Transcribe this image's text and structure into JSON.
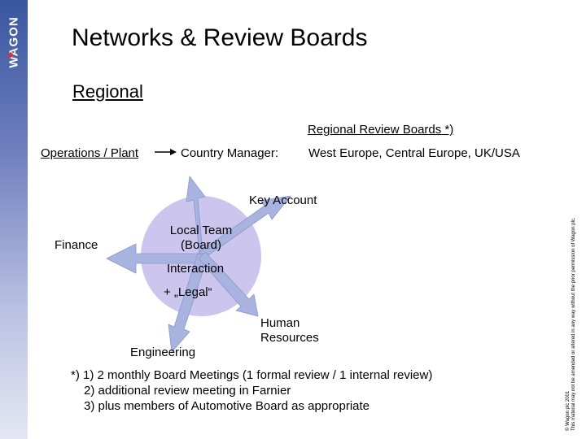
{
  "brand": {
    "logo_text": "WAGON"
  },
  "slide": {
    "title": "Networks & Review Boards",
    "subtitle": "Regional"
  },
  "org": {
    "operations": "Operations / Plant",
    "country_manager": "Country Manager:",
    "regions": "West Europe, Central Europe, UK/USA",
    "review_boards": "Regional Review Boards *)"
  },
  "diagram": {
    "center_line1": "Local Team",
    "center_line2": "(Board)",
    "interaction": "Interaction",
    "legal": "+ „Legal“",
    "key_account": "Key Account",
    "finance": "Finance",
    "engineering": "Engineering",
    "human_line1": "Human",
    "human_line2": "Resources",
    "colors": {
      "circle": "#ccc5ee",
      "arrow": "#a9b3e0",
      "arrow_stroke": "#8a96cf"
    }
  },
  "footnote": {
    "line1": "*) 1) 2 monthly Board Meetings (1 formal review / 1 internal review)",
    "line2": "2) additional review meeting in Farnier",
    "line3": "3) plus members of Automotive Board as appropriate"
  },
  "copyright": {
    "line1": "© Wagon plc 2001",
    "line2": "This material may not be amended or altered in any way without the prior permission of Wagon plc."
  }
}
